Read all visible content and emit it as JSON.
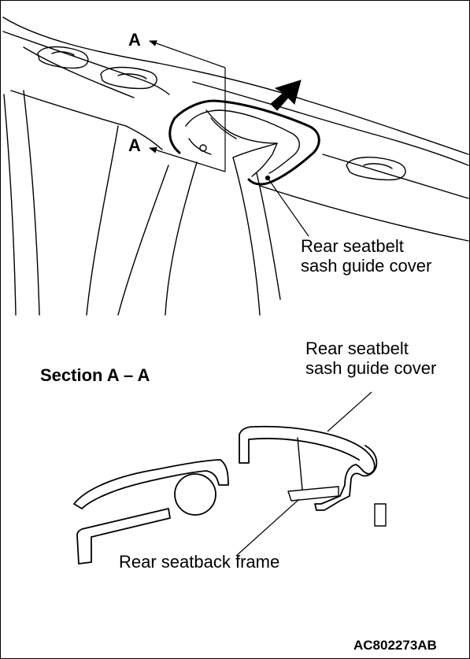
{
  "section_marker": "A",
  "section_title": "Section A – A",
  "labels": {
    "cover_top_line1": "Rear seatbelt",
    "cover_top_line2": "sash guide cover",
    "cover_section_line1": "Rear seatbelt",
    "cover_section_line2": "sash guide cover",
    "frame": "Rear seatback frame"
  },
  "figure_code": "AC802273AB"
}
